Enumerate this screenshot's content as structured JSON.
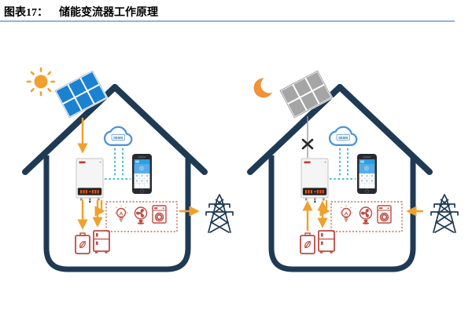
{
  "header": {
    "figure_label": "图表17：",
    "figure_title": "储能变流器工作原理"
  },
  "colors": {
    "navy": "#1F3A54",
    "orange": "#F0A02C",
    "panel_blue": "#1B82D2",
    "panel_gray": "#A5A5A5",
    "teal": "#29B8C5",
    "cloud_blue": "#4D94D8",
    "red": "#BE4B42",
    "underline": "#95B3D7",
    "display_dark": "#232323",
    "display_red": "#E8541E",
    "phone_screen_blue": "#2D9FE0"
  },
  "scenes": [
    {
      "name": "daytime",
      "celestial_icon": "sun-icon",
      "cloud_label": "SEMS",
      "solar_active": true,
      "icons": [
        "sun-icon",
        "solar-panel-icon",
        "cloud-sems-icon",
        "inverter-icon",
        "smartphone-icon",
        "battery-icon",
        "fridge-icon",
        "bulb-icon",
        "fan-icon",
        "washing-machine-icon",
        "grid-tower-icon"
      ],
      "flows": [
        {
          "from": "solar-panel",
          "to": "inverter",
          "direction": "down"
        },
        {
          "from": "inverter",
          "to": "battery",
          "direction": "down"
        },
        {
          "from": "inverter",
          "to": "fridge-battery",
          "direction": "down"
        },
        {
          "from": "inverter",
          "to": "home-loads",
          "direction": "right"
        },
        {
          "from": "home",
          "to": "grid-tower",
          "direction": "right"
        }
      ]
    },
    {
      "name": "nighttime",
      "celestial_icon": "moon-icon",
      "cloud_label": "SEMS",
      "solar_active": false,
      "icons": [
        "moon-icon",
        "solar-panel-icon",
        "no-flow-x-icon",
        "cloud-sems-icon",
        "inverter-icon",
        "smartphone-icon",
        "battery-icon",
        "fridge-icon",
        "bulb-icon",
        "fan-icon",
        "washing-machine-icon",
        "grid-tower-icon"
      ],
      "flows": [
        {
          "from": "solar-panel",
          "to": "inverter",
          "direction": "blocked"
        },
        {
          "from": "battery",
          "to": "inverter",
          "direction": "up"
        },
        {
          "from": "fridge-battery",
          "to": "inverter",
          "direction": "up-down"
        },
        {
          "from": "inverter",
          "to": "home-loads",
          "direction": "right"
        },
        {
          "from": "grid-tower",
          "to": "home",
          "direction": "left"
        }
      ]
    }
  ]
}
